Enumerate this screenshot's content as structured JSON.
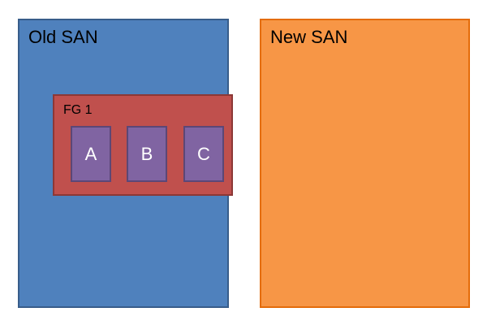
{
  "old_san": {
    "label": "Old SAN",
    "color": "#4f81bd",
    "filegroup": {
      "label": "FG 1",
      "color": "#c0504d",
      "files": [
        {
          "label": "A",
          "color": "#8064a2"
        },
        {
          "label": "B",
          "color": "#8064a2"
        },
        {
          "label": "C",
          "color": "#8064a2"
        }
      ]
    }
  },
  "new_san": {
    "label": "New SAN",
    "color": "#f79646"
  }
}
